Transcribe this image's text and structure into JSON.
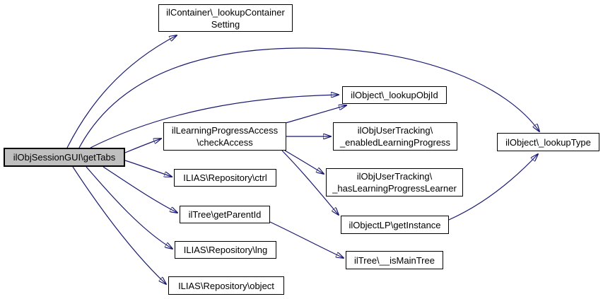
{
  "diagram": {
    "kind": "call-graph",
    "root_function": "ilObjSessionGUI\\getTabs"
  },
  "colors": {
    "edge": "#191970",
    "node_border": "#000000",
    "node_fill": "#ffffff",
    "root_node_fill": "#bfbfbf",
    "text": "#000000",
    "background": "#ffffff"
  },
  "nodes": [
    {
      "id": "gettabs",
      "lines": [
        "ilObjSessionGUI\\getTabs"
      ]
    },
    {
      "id": "lookupcontainersetting",
      "lines": [
        "ilContainer\\_lookupContainer",
        "Setting"
      ]
    },
    {
      "id": "checkaccess",
      "lines": [
        "ilLearningProgressAccess",
        "\\checkAccess"
      ]
    },
    {
      "id": "ctrl",
      "lines": [
        "ILIAS\\Repository\\ctrl"
      ]
    },
    {
      "id": "getparentid",
      "lines": [
        "ilTree\\getParentId"
      ]
    },
    {
      "id": "lng",
      "lines": [
        "ILIAS\\Repository\\lng"
      ]
    },
    {
      "id": "object",
      "lines": [
        "ILIAS\\Repository\\object"
      ]
    },
    {
      "id": "lookupobjid",
      "lines": [
        "ilObject\\_lookupObjId"
      ]
    },
    {
      "id": "enabledlearningprogress",
      "lines": [
        "ilObjUserTracking\\",
        "_enabledLearningProgress"
      ]
    },
    {
      "id": "haslearningprogresslearner",
      "lines": [
        "ilObjUserTracking\\",
        "_hasLearningProgressLearner"
      ]
    },
    {
      "id": "getinstance",
      "lines": [
        "ilObjectLP\\getInstance"
      ]
    },
    {
      "id": "ismaintree",
      "lines": [
        "ilTree\\__isMainTree"
      ]
    },
    {
      "id": "lookuptype",
      "lines": [
        "ilObject\\_lookupType"
      ]
    }
  ],
  "edges": [
    {
      "from": "gettabs",
      "to": "lookupcontainersetting"
    },
    {
      "from": "gettabs",
      "to": "lookuptype"
    },
    {
      "from": "gettabs",
      "to": "lookupobjid"
    },
    {
      "from": "gettabs",
      "to": "checkaccess"
    },
    {
      "from": "gettabs",
      "to": "ctrl"
    },
    {
      "from": "gettabs",
      "to": "getparentid"
    },
    {
      "from": "gettabs",
      "to": "lng"
    },
    {
      "from": "gettabs",
      "to": "object"
    },
    {
      "from": "checkaccess",
      "to": "lookupobjid"
    },
    {
      "from": "checkaccess",
      "to": "enabledlearningprogress"
    },
    {
      "from": "checkaccess",
      "to": "haslearningprogresslearner"
    },
    {
      "from": "checkaccess",
      "to": "getinstance"
    },
    {
      "from": "getparentid",
      "to": "ismaintree"
    },
    {
      "from": "getinstance",
      "to": "lookuptype"
    }
  ]
}
